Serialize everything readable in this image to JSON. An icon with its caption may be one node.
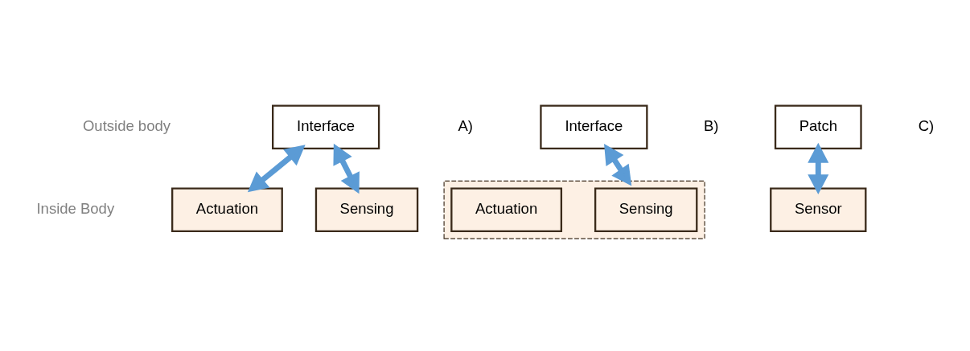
{
  "diagram": {
    "nodes": [
      {
        "text": [
          "Interface"
        ]
      },
      {
        "text": [
          "Sensing"
        ]
      },
      {
        "text": [
          "Actuation"
        ]
      },
      {
        "text": [
          "Interface"
        ]
      },
      {
        "text": [],
        "shape": "box"
      },
      {
        "text": [
          "Sensing"
        ],
        "in": 4
      },
      {
        "text": [
          "Actuation"
        ],
        "in": 4
      },
      {
        "text": [
          "Patch"
        ]
      },
      {
        "text": [
          "Sensor"
        ]
      }
    ],
    "edges": [
      {
        "from": 0,
        "to": 1,
        "arrow": "both"
      },
      {
        "from": 0,
        "to": 2,
        "arrow": "both"
      },
      {
        "from": 3,
        "to": 4,
        "arrow": "both"
      },
      {
        "from": 7,
        "to": 8,
        "arrow": "both"
      }
    ],
    "labels": [
      "A)",
      "B)",
      "C)",
      "Outside body",
      "Inside Body"
    ]
  }
}
